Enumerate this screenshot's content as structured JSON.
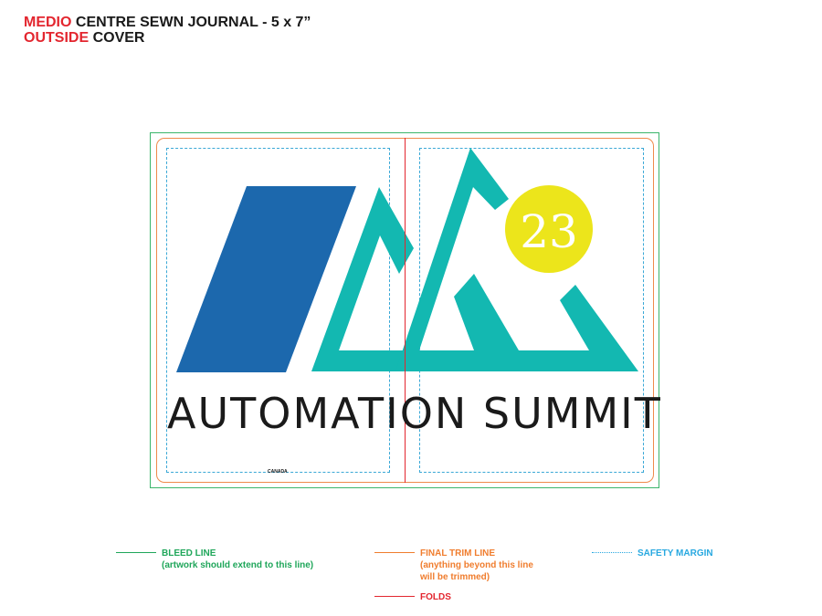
{
  "header": {
    "line1_accent": "MEDIO",
    "line1_text": "CENTRE SEWN JOURNAL - 5 x 7”",
    "line2_accent": "OUTSIDE",
    "line2_text": "COVER"
  },
  "logo": {
    "badge_text": "23",
    "title": "AUTOMATION SUMMIT",
    "footer_mark": "CANADA",
    "colors": {
      "blue": "#1c68ad",
      "teal": "#13b8b1",
      "yellow": "#ece51b"
    }
  },
  "legend": {
    "bleed": {
      "label": "BLEED LINE",
      "note": "(artwork should extend to this line)",
      "color": "#1fa65a"
    },
    "trim": {
      "label": "FINAL TRIM LINE",
      "note_line1": "(anything beyond this line",
      "note_line2": "will be trimmed)",
      "color": "#f07d2e"
    },
    "folds": {
      "label": "FOLDS",
      "color": "#e3262f"
    },
    "safety": {
      "label": "SAFETY MARGIN",
      "color": "#27a8e0"
    }
  }
}
